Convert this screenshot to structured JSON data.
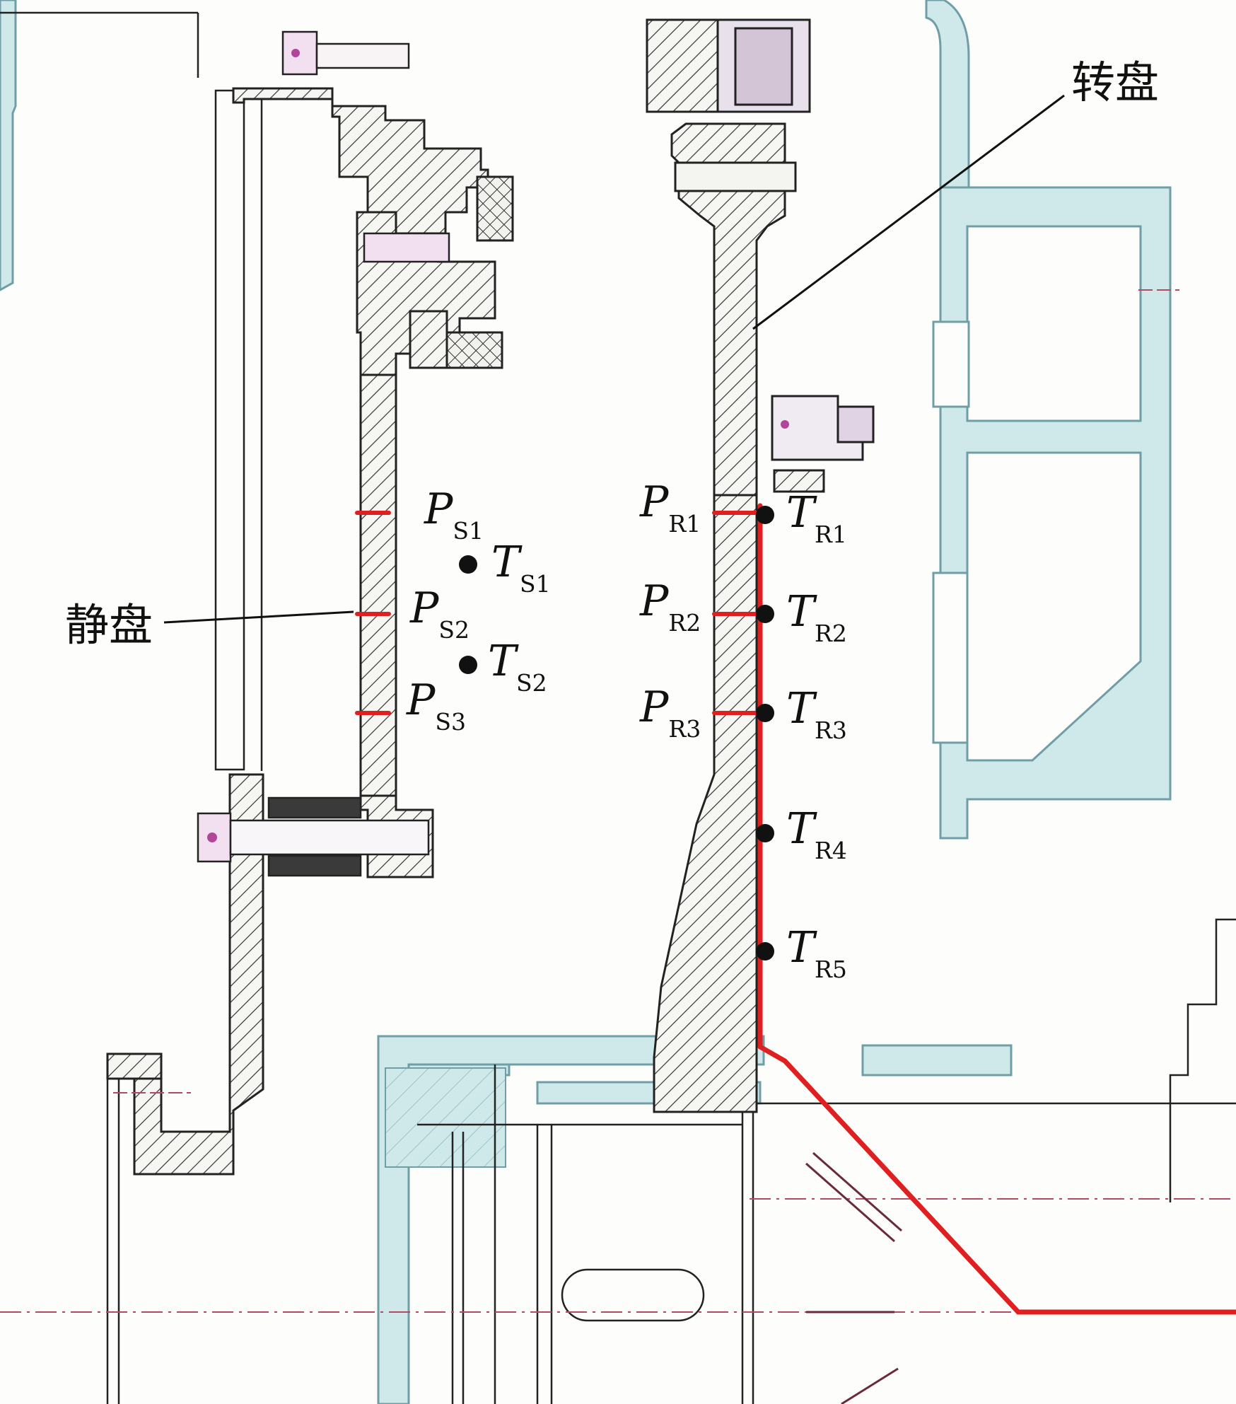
{
  "labels": {
    "rotor_disk": "转盘",
    "stator_disk": "静盘"
  },
  "stator_pressure_taps": [
    {
      "main": "P",
      "sub": "S1"
    },
    {
      "main": "P",
      "sub": "S2"
    },
    {
      "main": "P",
      "sub": "S3"
    }
  ],
  "stator_temperature_points": [
    {
      "main": "T",
      "sub": "S1"
    },
    {
      "main": "T",
      "sub": "S2"
    }
  ],
  "rotor_pressure_taps": [
    {
      "main": "P",
      "sub": "R1"
    },
    {
      "main": "P",
      "sub": "R2"
    },
    {
      "main": "P",
      "sub": "R3"
    }
  ],
  "rotor_temperature_points": [
    {
      "main": "T",
      "sub": "R1"
    },
    {
      "main": "T",
      "sub": "R2"
    },
    {
      "main": "T",
      "sub": "R3"
    },
    {
      "main": "T",
      "sub": "R4"
    },
    {
      "main": "T",
      "sub": "R5"
    }
  ],
  "colors": {
    "background": "#fdfdfb",
    "hatch_line": "#333333",
    "casing_fill": "#cfe9ea",
    "casing_stroke": "#6f9ea6",
    "highlight_red": "#e02020",
    "bolt_magenta": "#b0459a",
    "center_line": "#b34a63"
  }
}
